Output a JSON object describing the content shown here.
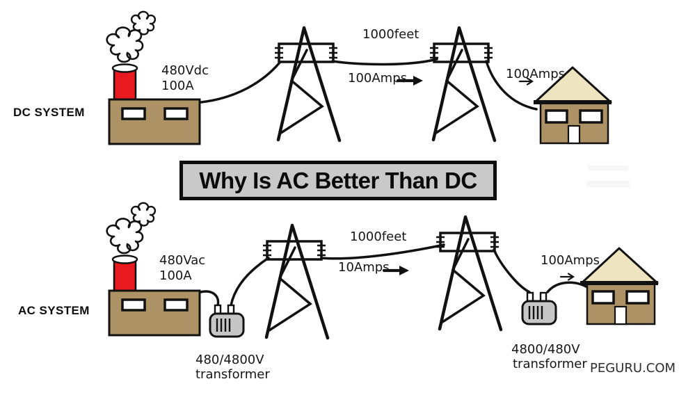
{
  "title": "Why Is AC Better Than DC",
  "watermark": "PEGURU.COM",
  "dc_system": {
    "label": "DC SYSTEM",
    "source_voltage": "480Vdc",
    "source_current": "100A",
    "line_length": "1000feet",
    "line_current": "100Amps",
    "load_current": "100Amps"
  },
  "ac_system": {
    "label": "AC SYSTEM",
    "source_voltage": "480Vac",
    "source_current": "100A",
    "line_length": "1000feet",
    "line_current": "10Amps",
    "load_current": "100Amps",
    "step_up_transformer": {
      "rating": "480/4800V",
      "caption": "transformer"
    },
    "step_down_transformer": {
      "rating": "4800/480V",
      "caption": "transformer"
    }
  },
  "colors": {
    "building-tan": "#AD9265",
    "roof-cream": "#EFE4C0",
    "chimney-red": "#E8191F",
    "transformer-gray": "#C6C6C6",
    "title-bg": "#C9C9C9",
    "ink": "#111111"
  }
}
